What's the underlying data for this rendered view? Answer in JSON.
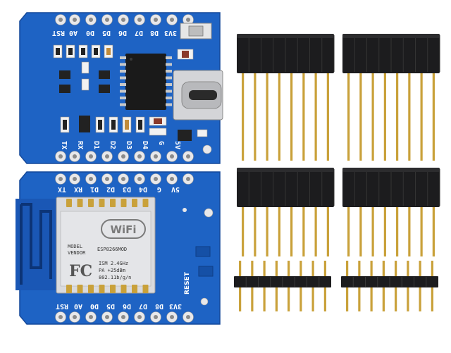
{
  "colors": {
    "pcb": "#1e63c4",
    "pcb_dark": "#1550a6",
    "pad": "#e8e8ea",
    "header_black": "#1c1c1e",
    "pin_gold": "#c9a13a",
    "chip_silver": "#dcdde0",
    "ic_black": "#1a1a1a"
  },
  "top_board": {
    "top_labels": [
      "RST",
      "A0",
      "D0",
      "D5",
      "D6",
      "D7",
      "D8",
      "3V3"
    ],
    "bottom_labels": [
      "TX",
      "RX",
      "D1",
      "D2",
      "D3",
      "D4",
      "G",
      "5V"
    ]
  },
  "bottom_board": {
    "top_labels": [
      "TX",
      "RX",
      "D1",
      "D2",
      "D3",
      "D4",
      "G",
      "5V"
    ],
    "bottom_labels": [
      "RST",
      "A0",
      "D0",
      "D5",
      "D6",
      "D7",
      "D8",
      "3V3"
    ],
    "reset_label": "RESET",
    "module": {
      "wifi": "WiFi",
      "model_label": "MODEL",
      "vendor_label": "VENDOR",
      "model_value": "ESP8266MOD",
      "line1": "ISM 2.4GHz",
      "line2": "PA +25dBm",
      "line3": "802.11b/g/n",
      "fc": "FC"
    }
  },
  "headers": {
    "female_count": 4,
    "male_count": 2
  }
}
